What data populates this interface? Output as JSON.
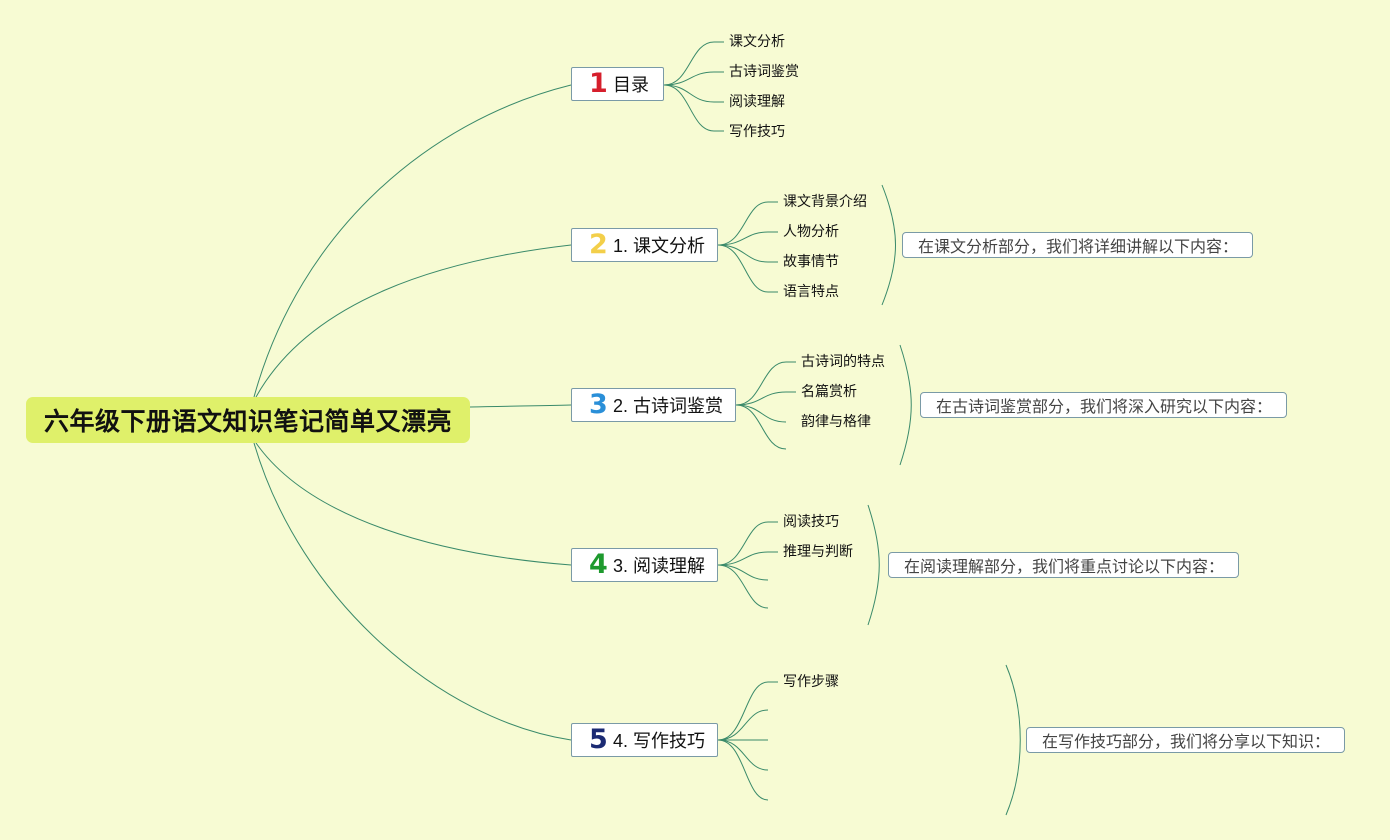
{
  "root": {
    "label": "六年级下册语文知识笔记简单又漂亮"
  },
  "topics": [
    {
      "marker": "1",
      "marker_color": "#d61f2c",
      "label": "目录",
      "children": [
        "课文分析",
        "古诗词鉴赏",
        "阅读理解",
        "写作技巧"
      ],
      "summary": ""
    },
    {
      "marker": "2",
      "marker_color": "#f3cf4a",
      "label": "1. 课文分析",
      "children": [
        "课文背景介绍",
        "人物分析",
        "故事情节",
        "语言特点"
      ],
      "summary": "在课文分析部分，我们将详细讲解以下内容："
    },
    {
      "marker": "3",
      "marker_color": "#2a8fd8",
      "label": "2. 古诗词鉴赏",
      "children": [
        "古诗词的特点",
        "名篇赏析",
        "韵律与格律",
        ""
      ],
      "summary": "在古诗词鉴赏部分，我们将深入研究以下内容："
    },
    {
      "marker": "4",
      "marker_color": "#1e9a2e",
      "label": "3. 阅读理解",
      "children": [
        "阅读技巧",
        "推理与判断",
        "",
        ""
      ],
      "summary": "在阅读理解部分，我们将重点讨论以下内容："
    },
    {
      "marker": "5",
      "marker_color": "#1b2a73",
      "label": "4. 写作技巧",
      "children": [
        "写作步骤",
        "",
        "",
        "",
        ""
      ],
      "summary": "在写作技巧部分，我们将分享以下知识："
    }
  ],
  "colors": {
    "background": "#f7fbd3",
    "root_fill": "#dff06a",
    "link": "#3a8a6a",
    "border": "#7a9aa6"
  }
}
